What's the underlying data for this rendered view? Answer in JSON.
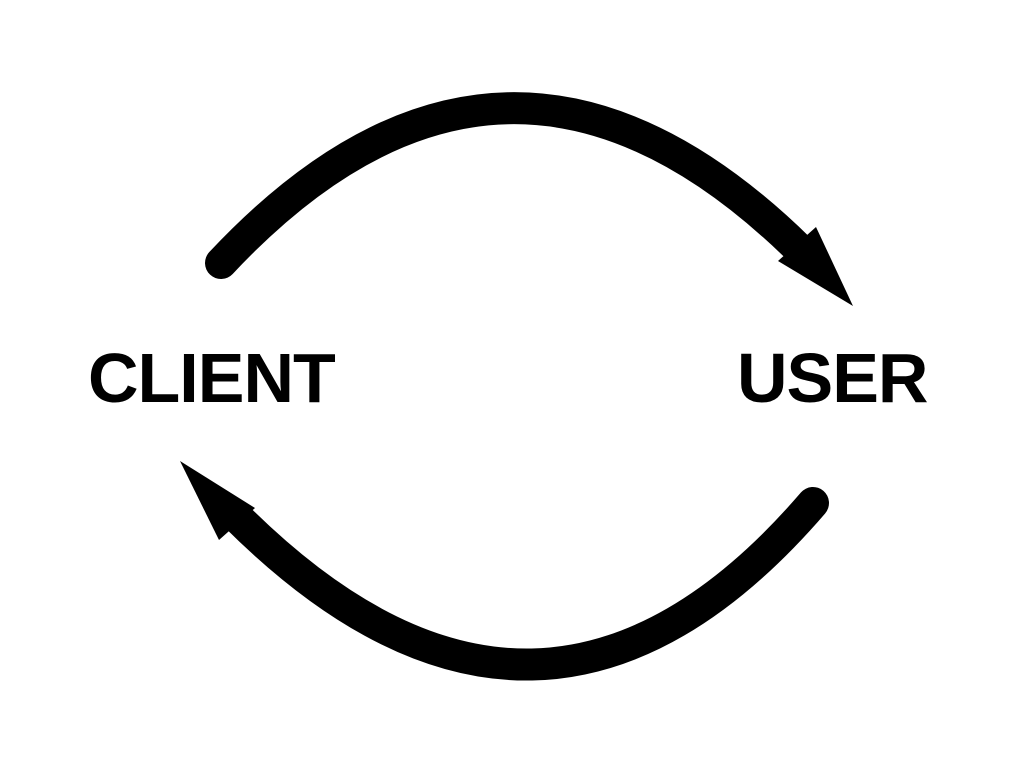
{
  "diagram": {
    "nodes": [
      {
        "id": "client",
        "label": "CLIENT"
      },
      {
        "id": "user",
        "label": "USER"
      }
    ],
    "edges": [
      {
        "id": "client-to-user",
        "from": "client",
        "to": "user"
      },
      {
        "id": "user-to-client",
        "from": "user",
        "to": "client"
      }
    ],
    "colors": {
      "background": "#ffffff",
      "ink": "#000000"
    }
  }
}
